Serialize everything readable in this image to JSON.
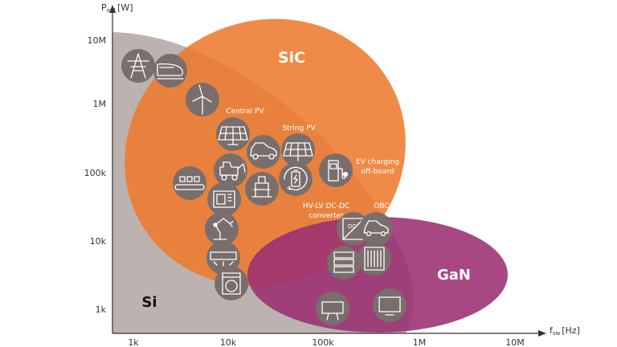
{
  "axes": {
    "y_label_main": "P",
    "y_label_sub": "out",
    "y_label_unit": "[W]",
    "x_label_main": "f",
    "x_label_sub": "sw",
    "x_label_unit": "[Hz]",
    "y_ticks": [
      "10M",
      "1M",
      "100k",
      "10k",
      "1k"
    ],
    "x_ticks": [
      "1k",
      "10k",
      "100k",
      "1M",
      "10M"
    ]
  },
  "regions": {
    "si": {
      "label": "Si",
      "color": "#b9b0ae"
    },
    "sic": {
      "label": "SiC",
      "color": "#f07c2f"
    },
    "gan": {
      "label": "GaN",
      "color": "#9b2f72"
    }
  },
  "applications": {
    "central_pv": "Central PV",
    "string_pv": "String PV",
    "ev_charging_line1": "EV charging",
    "ev_charging_line2": "off-board",
    "hv_lv_line1": "HV-LV DC-DC",
    "hv_lv_line2": "converter",
    "obc": "OBC"
  },
  "icon_labels": {
    "dc": "DC"
  },
  "colors": {
    "icon_bg": "#7a6e6c",
    "icon_stroke": "#ffffff",
    "axis": "#333333"
  }
}
